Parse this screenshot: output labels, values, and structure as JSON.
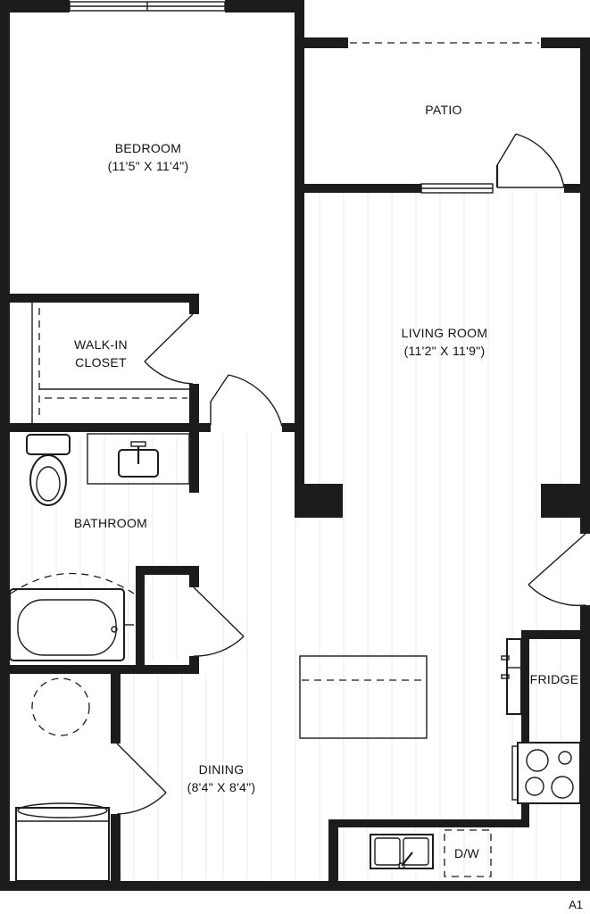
{
  "rooms": {
    "bedroom": {
      "name": "BEDROOM",
      "dims": "(11'5\" X 11'4\")"
    },
    "patio": {
      "name": "PATIO"
    },
    "walkin_closet": {
      "line1": "WALK-IN",
      "line2": "CLOSET"
    },
    "living_room": {
      "name": "LIVING ROOM",
      "dims": "(11'2\" X 11'9\")"
    },
    "bathroom": {
      "name": "BATHROOM"
    },
    "dining": {
      "name": "DINING",
      "dims": "(8'4\" X 8'4\")"
    }
  },
  "appliances": {
    "fridge": "FRIDGE",
    "dishwasher": "D/W"
  },
  "plan_id": "A1",
  "colors": {
    "wall": "#1c1c1c",
    "floor_lines": "#e9e9e9",
    "background": "#ffffff"
  }
}
